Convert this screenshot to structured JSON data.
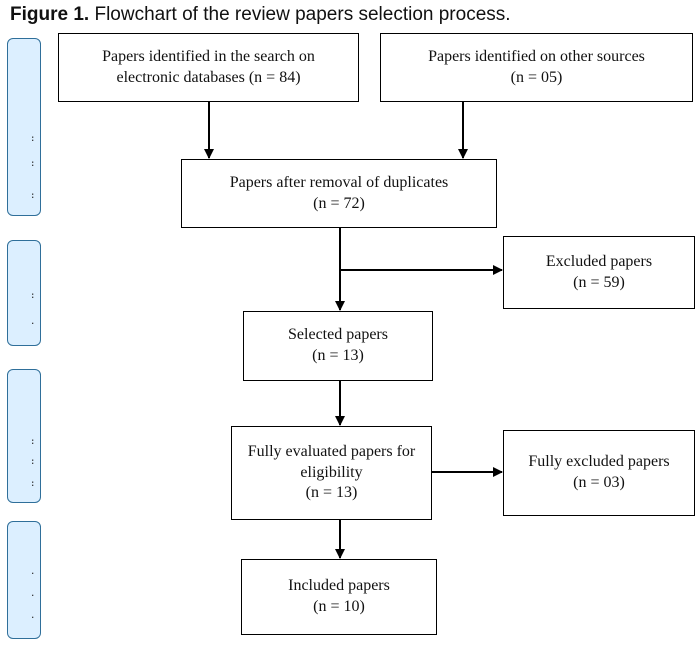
{
  "caption": {
    "label": "Figure 1.",
    "text": "Flowchart of the review papers selection process."
  },
  "boxes": {
    "identified_db": {
      "line1": "Papers identified in the search on",
      "line2": "electronic databases (n = 84)"
    },
    "identified_other": {
      "line1": "Papers identified on other sources",
      "line2": "(n = 05)"
    },
    "after_duplicates": {
      "line1": "Papers after removal of duplicates",
      "line2": "(n = 72)"
    },
    "excluded": {
      "line1": "Excluded papers",
      "line2": "(n = 59)"
    },
    "selected": {
      "line1": "Selected papers",
      "line2": "(n = 13)"
    },
    "fully_evaluated": {
      "line1": "Fully evaluated papers for",
      "line2": "eligibility",
      "line3": "(n = 13)"
    },
    "fully_excluded": {
      "line1": "Fully excluded papers",
      "line2": "(n = 03)"
    },
    "included": {
      "line1": "Included papers",
      "line2": "(n = 10)"
    }
  },
  "colors": {
    "phase_fill": "#dcefff",
    "phase_border": "#2f6f9a",
    "box_border": "#000000"
  }
}
